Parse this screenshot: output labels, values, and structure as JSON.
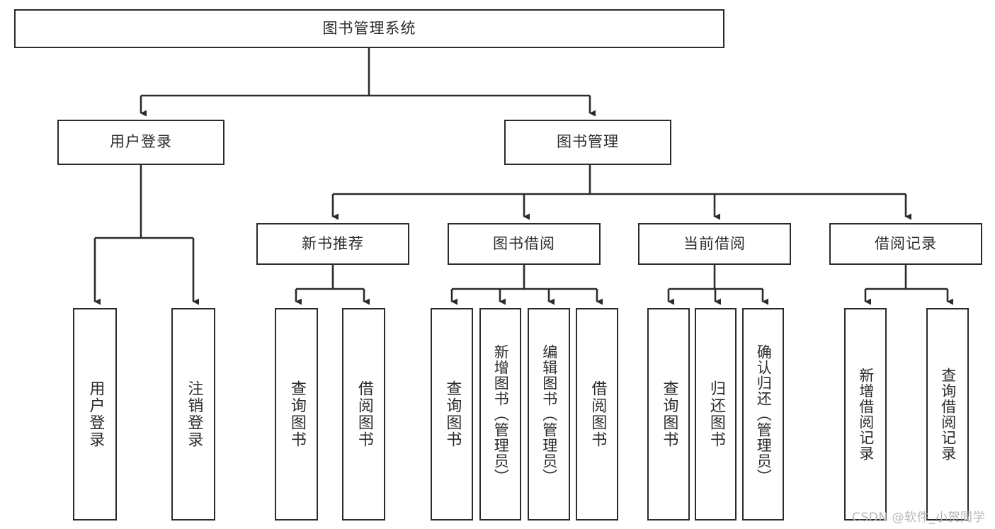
{
  "diagram": {
    "type": "tree-hierarchy-chart",
    "title": "图书管理系统",
    "watermark": "CSDN @软件_小贺同学",
    "colors": {
      "line": "#2b2b2b",
      "box_border": "#2b2b2b",
      "box_fill": "#ffffff",
      "text": "#2b2b2b",
      "watermark": "#b6b6b6",
      "background": "#ffffff"
    },
    "nodes": {
      "root": {
        "label": "图书管理系统",
        "level": 1
      },
      "l2": [
        {
          "id": "user-login",
          "label": "用户登录",
          "level": 2
        },
        {
          "id": "book-management",
          "label": "图书管理",
          "level": 2
        }
      ],
      "l3": [
        {
          "id": "new-book-recommend",
          "label": "新书推荐",
          "level": 3,
          "parent": "book-management"
        },
        {
          "id": "book-borrow",
          "label": "图书借阅",
          "level": 3,
          "parent": "book-management"
        },
        {
          "id": "current-borrow",
          "label": "当前借阅",
          "level": 3,
          "parent": "book-management"
        },
        {
          "id": "borrow-record",
          "label": "借阅记录",
          "level": 3,
          "parent": "book-management"
        }
      ],
      "leaves": [
        {
          "id": "leaf-user-login",
          "label": "用户登录",
          "parent": "user-login"
        },
        {
          "id": "leaf-user-logout",
          "label": "注销登录",
          "parent": "user-login"
        },
        {
          "id": "leaf-query-book-1",
          "label": "查询图书",
          "parent": "new-book-recommend"
        },
        {
          "id": "leaf-borrow-book-1",
          "label": "借阅图书",
          "parent": "new-book-recommend"
        },
        {
          "id": "leaf-query-book-2",
          "label": "查询图书",
          "parent": "book-borrow"
        },
        {
          "id": "leaf-add-book",
          "label": "新增图书（管理员）",
          "parent": "book-borrow"
        },
        {
          "id": "leaf-edit-book",
          "label": "编辑图书（管理员）",
          "parent": "book-borrow"
        },
        {
          "id": "leaf-borrow-book-2",
          "label": "借阅图书",
          "parent": "book-borrow"
        },
        {
          "id": "leaf-query-book-3",
          "label": "查询图书",
          "parent": "current-borrow"
        },
        {
          "id": "leaf-return-book",
          "label": "归还图书",
          "parent": "current-borrow"
        },
        {
          "id": "leaf-confirm-return",
          "label": "确认归还（管理员）",
          "parent": "current-borrow"
        },
        {
          "id": "leaf-add-record",
          "label": "新增借阅记录",
          "parent": "borrow-record"
        },
        {
          "id": "leaf-query-record",
          "label": "查询借阅记录",
          "parent": "borrow-record"
        }
      ]
    }
  }
}
